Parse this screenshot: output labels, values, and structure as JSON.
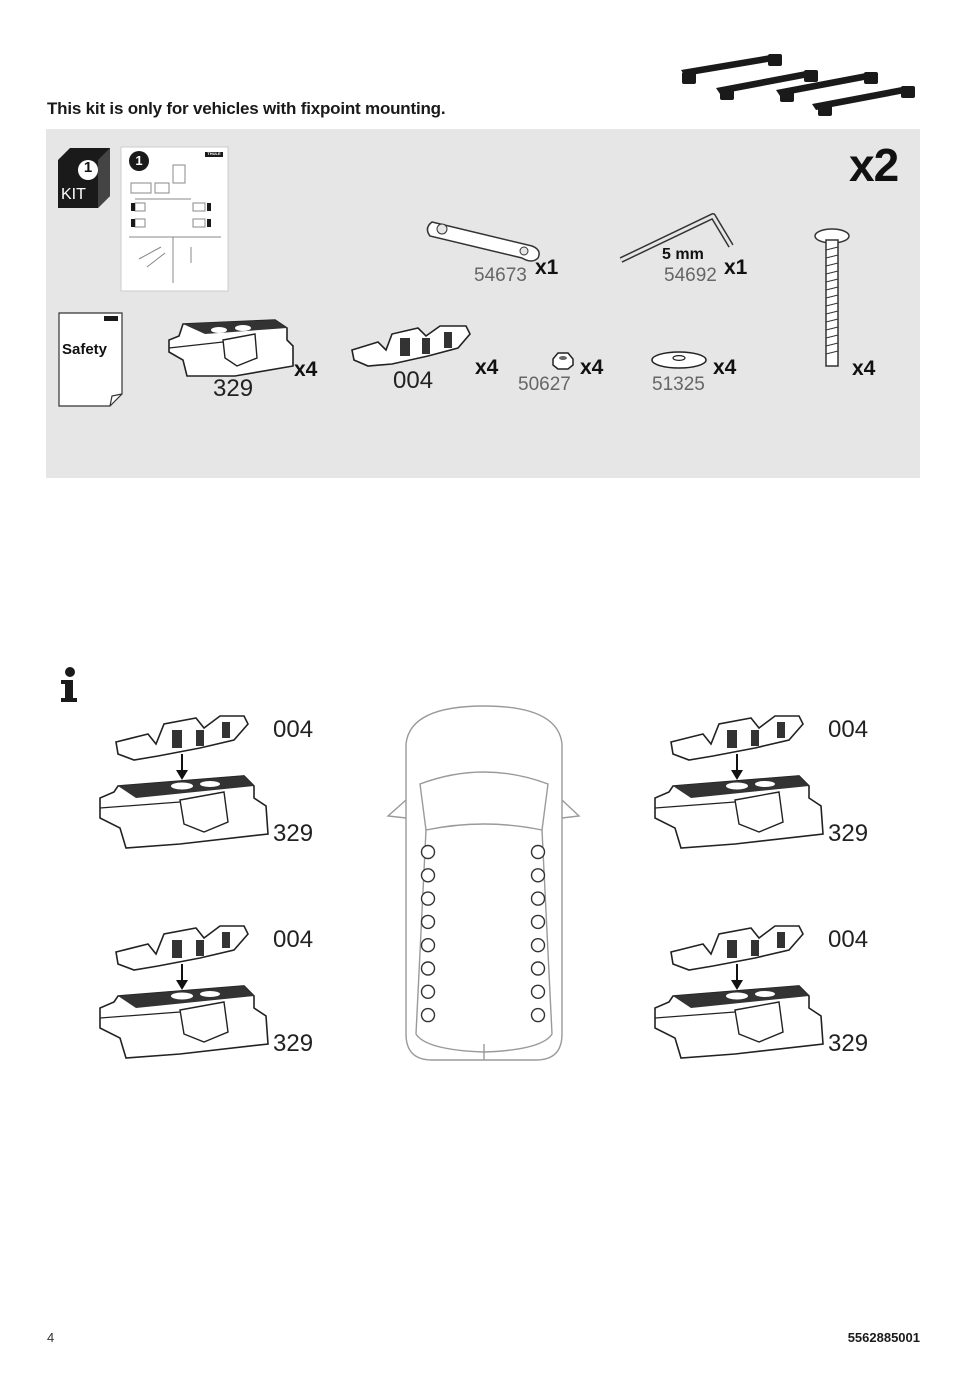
{
  "header": {
    "title": "This kit is only for vehicles with fixpoint mounting."
  },
  "kit_panel": {
    "kit_box": {
      "number": "1",
      "label": "KIT"
    },
    "leaflet_number": "1",
    "leaflet_brand": "THULE",
    "overall_multiplier": "x2",
    "safety_label": "Safety",
    "parts": [
      {
        "id": "54673",
        "qty": "x1"
      },
      {
        "id": "54692",
        "size": "5 mm",
        "qty": "x1"
      },
      {
        "id": "329",
        "qty": "x4"
      },
      {
        "id": "004",
        "qty": "x4"
      },
      {
        "id": "50627",
        "qty": "x4"
      },
      {
        "id": "51325",
        "qty": "x4"
      },
      {
        "id": "",
        "qty": "x4"
      }
    ]
  },
  "info_section": {
    "icon": "info-icon",
    "assemblies": [
      {
        "top": "004",
        "bottom": "329"
      },
      {
        "top": "004",
        "bottom": "329"
      },
      {
        "top": "004",
        "bottom": "329"
      },
      {
        "top": "004",
        "bottom": "329"
      }
    ],
    "vehicle_points_per_side": 8
  },
  "footer": {
    "page_number": "4",
    "doc_number": "5562885001"
  }
}
